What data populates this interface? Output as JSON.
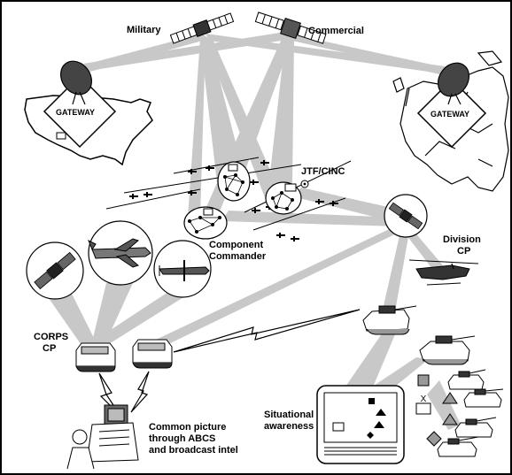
{
  "labels": {
    "military": "Military",
    "commercial": "Commercial",
    "gateway_us": "GATEWAY",
    "gateway_eu": "GATEWAY",
    "jtf_cinc": "JTF/CINC",
    "component_commander_line1": "Component",
    "component_commander_line2": "Commander",
    "division_cp_line1": "Division",
    "division_cp_line2": "CP",
    "corps_cp_line1": "CORPS",
    "corps_cp_line2": "CP",
    "common_picture_line1": "Common picture",
    "common_picture_line2": "through ABCS",
    "common_picture_line3": "and broadcast intel",
    "situational_line1": "Situational",
    "situational_line2": "awareness"
  },
  "colors": {
    "beam": "#c8c8c8",
    "ink": "#000000",
    "background": "#ffffff"
  }
}
